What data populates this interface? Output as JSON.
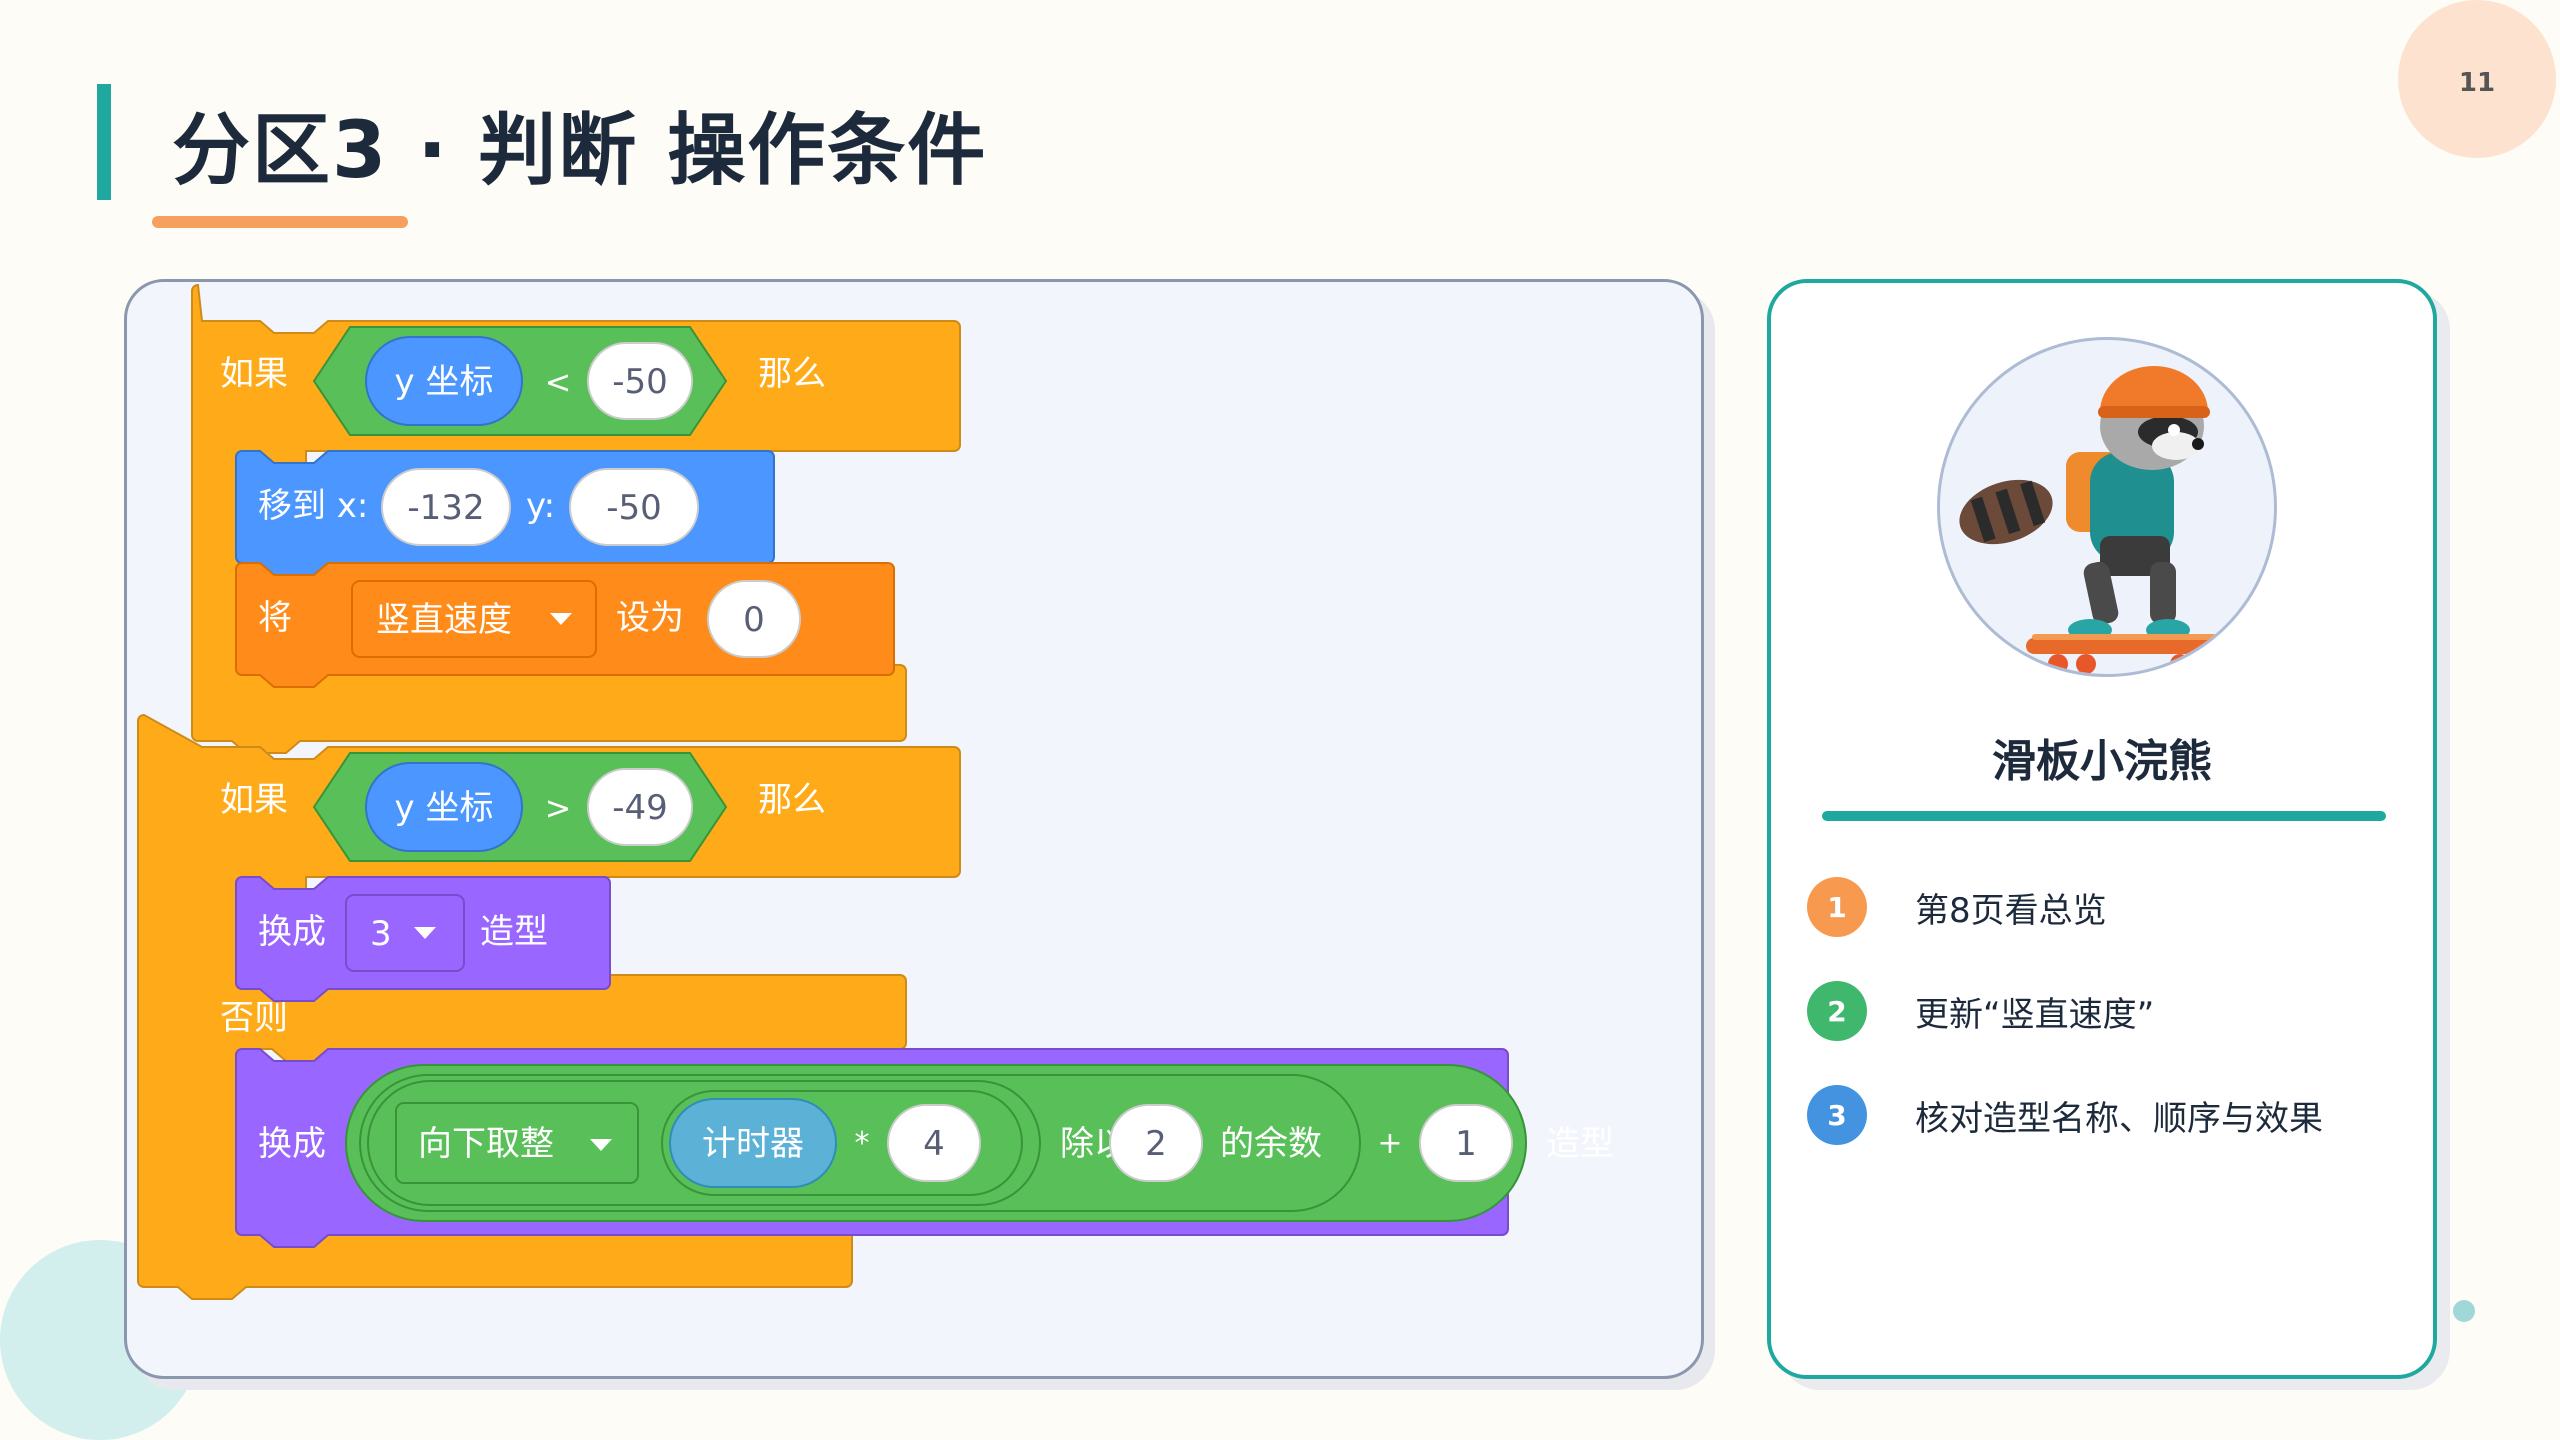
{
  "slide": {
    "title": "分区3 · 判断 操作条件",
    "page_number": "11"
  },
  "colors": {
    "accent_teal": "#1fa8a0",
    "accent_orange": "#f6a05f",
    "control_orange": "#ffab19",
    "data_orange": "#ff8c1a",
    "motion_blue": "#4c97ff",
    "looks_purple": "#9966ff",
    "operator_green": "#59c059",
    "sensing_blue": "#5cb1d6"
  },
  "blocks": {
    "if1": {
      "label_if": "如果",
      "cond_reporter": "y 坐标",
      "cond_op": "<",
      "cond_value": "-50",
      "label_then": "那么"
    },
    "goto": {
      "label": "移到 x:",
      "x_value": "-132",
      "label_y": "y:",
      "y_value": "-50"
    },
    "setvar": {
      "label": "将",
      "variable": "竖直速度",
      "label_set": "设为",
      "value": "0"
    },
    "if2": {
      "label_if": "如果",
      "cond_reporter": "y 坐标",
      "cond_op": ">",
      "cond_value": "-49",
      "label_then": "那么",
      "label_else": "否则"
    },
    "costume1": {
      "label": "换成",
      "value": "3",
      "label_end": "造型"
    },
    "costume2": {
      "label": "换成",
      "func": "向下取整",
      "timer": "计时器",
      "mul": "*",
      "mul_value": "4",
      "mod_label": "除以",
      "mod_value": "2",
      "mod_end": "的余数",
      "plus": "+",
      "plus_value": "1",
      "label_end": "造型"
    }
  },
  "card": {
    "name": "滑板小浣熊",
    "steps": [
      {
        "num": "1",
        "text": "第8页看总览",
        "color": "#f79a50"
      },
      {
        "num": "2",
        "text": "更新“竖直速度”",
        "color": "#3fb86d"
      },
      {
        "num": "3",
        "text": "核对造型名称、顺序与效果",
        "color": "#4493e0"
      }
    ]
  }
}
